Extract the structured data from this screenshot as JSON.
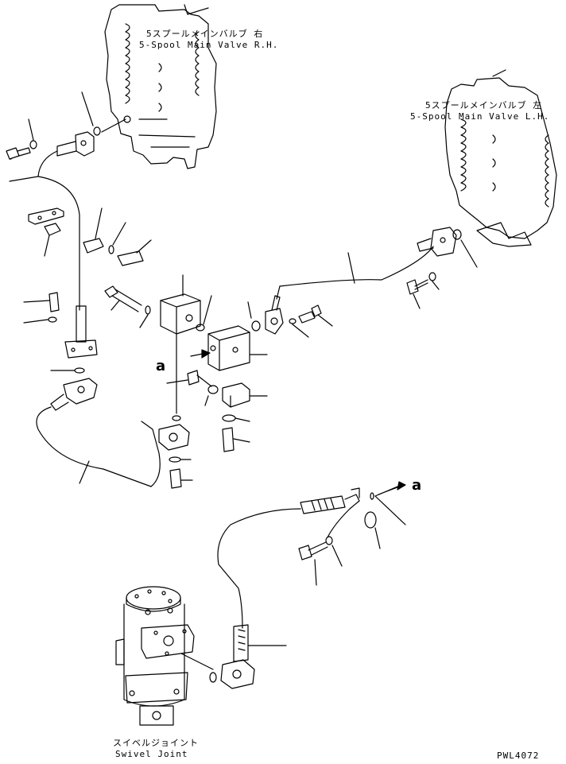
{
  "labels": {
    "valve_rh_jp": "5スプールメインバルブ 右",
    "valve_rh_en": "5-Spool Main Valve R.H.",
    "valve_lh_jp": "5スプールメインバルブ 左",
    "valve_lh_en": "5-Spool Main Valve L.H.",
    "swivel_jp": "スイベルジョイント",
    "swivel_en": "Swivel Joint",
    "ref_a_1": "a",
    "ref_a_2": "a",
    "drawing_no": "PWL4072"
  },
  "colors": {
    "ink": "#000000",
    "paper": "#ffffff"
  }
}
